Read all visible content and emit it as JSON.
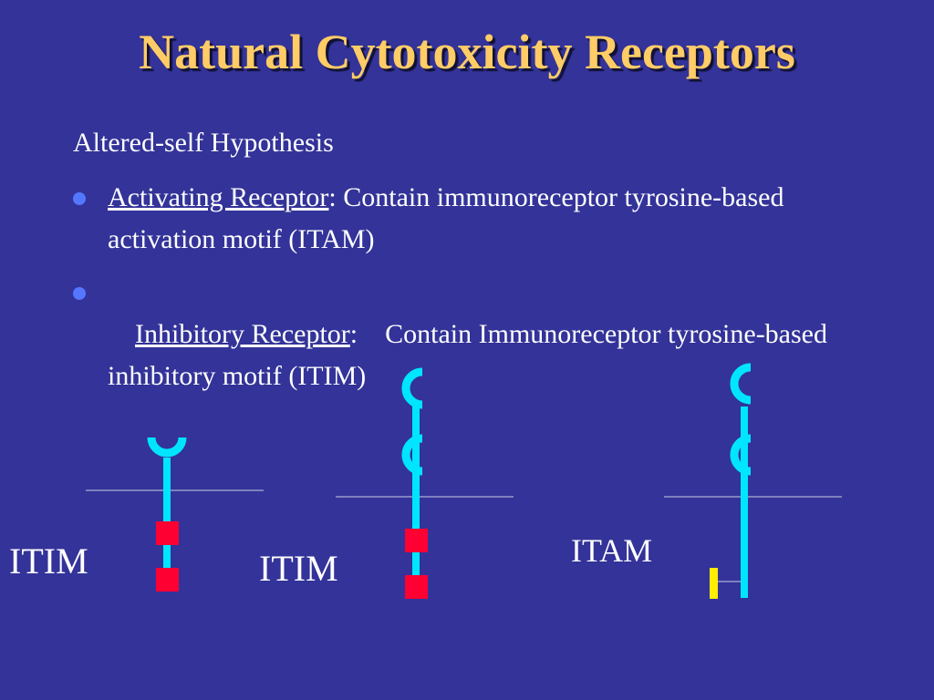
{
  "slide": {
    "title": "Natural Cytotoxicity Receptors",
    "subtitle": "Altered-self Hypothesis",
    "bullets": [
      {
        "term": "Activating Receptor",
        "colon": ":",
        "text": " Contain immunoreceptor tyrosine-based activation motif (ITAM)"
      },
      {
        "term": "Inhibitory Receptor",
        "colon": ":",
        "text": "    Contain Immunoreceptor tyrosine-based inhibitory motif (ITIM)"
      }
    ]
  },
  "diagram": {
    "labels": [
      "ITIM",
      "ITIM",
      "ITAM"
    ],
    "colors": {
      "background": "#333399",
      "receptor": "#00E5FF",
      "itim_motif": "#FF0033",
      "itam_motif": "#FFEE00",
      "membrane": "#9999CC"
    }
  }
}
